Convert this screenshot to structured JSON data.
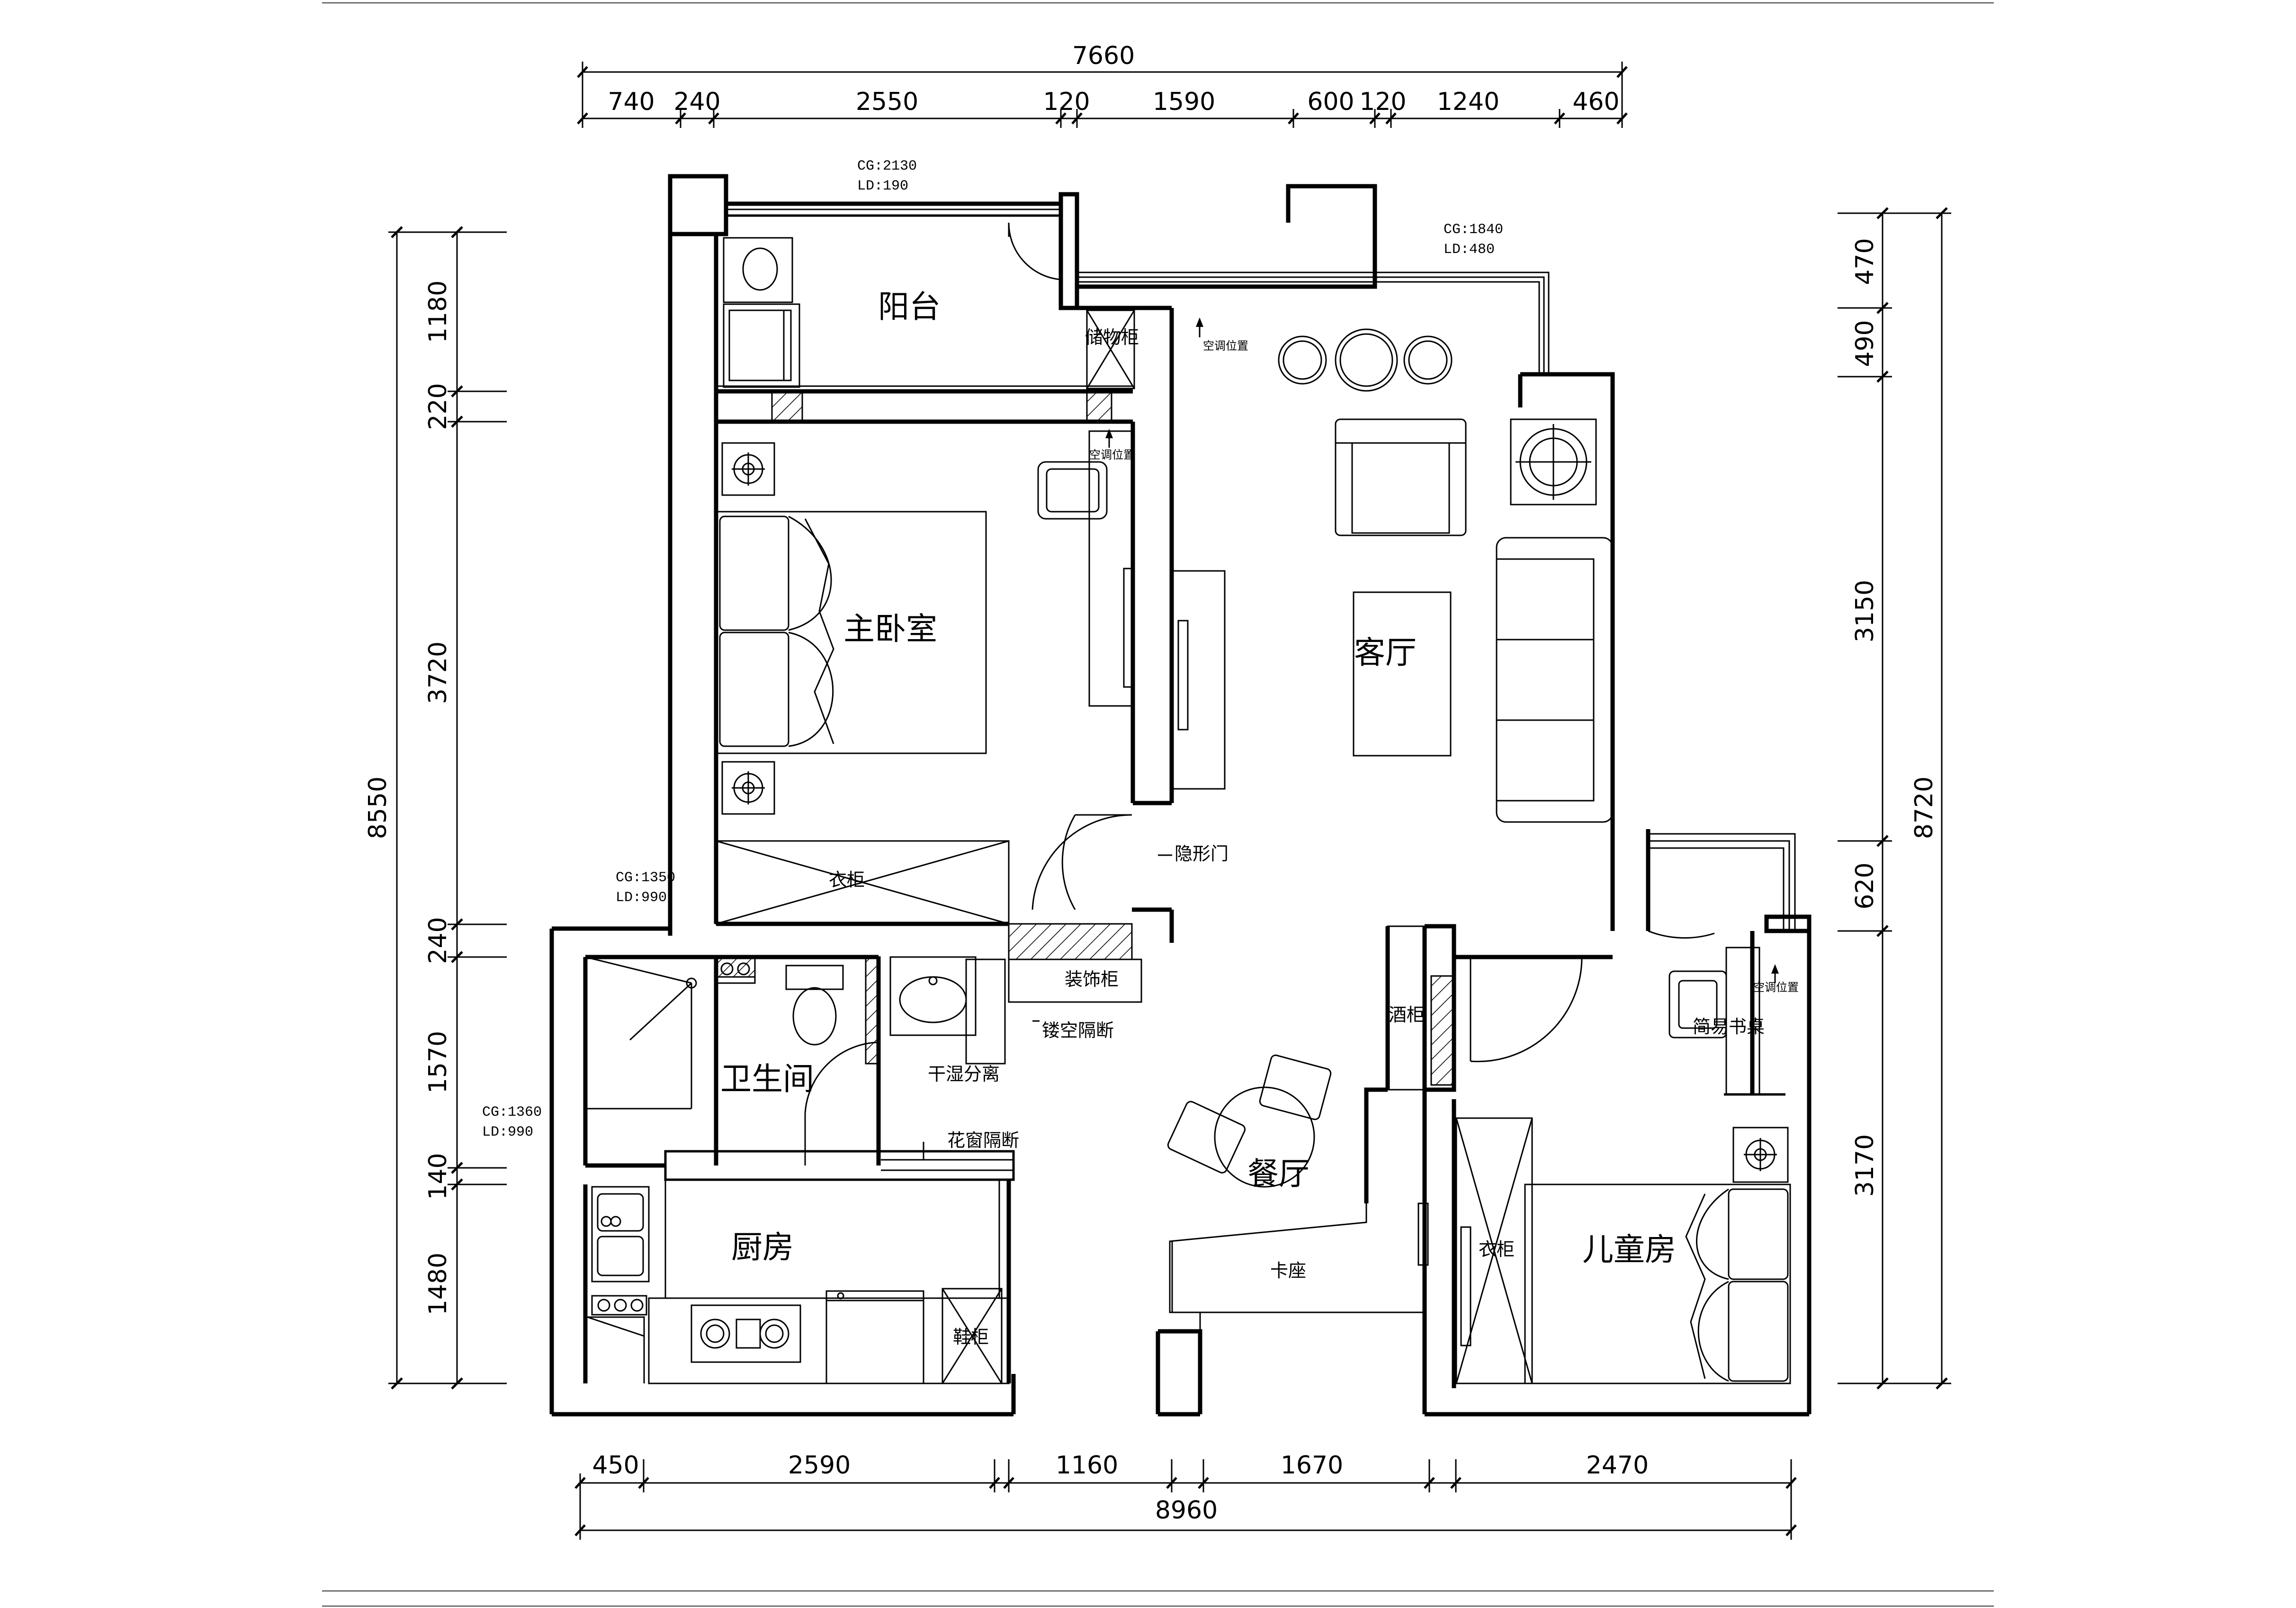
{
  "rooms": {
    "balcony": "阳台",
    "master_bedroom": "主卧室",
    "living_room": "客厅",
    "bathroom": "卫生间",
    "dining_room": "餐厅",
    "kitchen": "厨房",
    "kids_room": "儿童房"
  },
  "labels": {
    "storage_cabinet": "储物柜",
    "wardrobe_master": "衣柜",
    "hidden_door": "隐形门",
    "decor_cabinet": "装饰柜",
    "hollow_partition": "镂空隔断",
    "dry_wet_separation": "干湿分离",
    "lattice_partition": "花窗隔断",
    "wine_cabinet": "酒柜",
    "simple_desk": "简易书桌",
    "booth_seat": "卡座",
    "shoe_cabinet": "鞋柜",
    "wardrobe_kids": "衣柜",
    "ac_position_1": "空调位置",
    "ac_position_2": "空调位置",
    "ac_position_3": "空调位置"
  },
  "window_notes": {
    "balcony_cg": "CG:2130",
    "balcony_ld": "LD:190",
    "living_cg": "CG:1840",
    "living_ld": "LD:480",
    "bath_cg": "CG:1350",
    "bath_ld": "LD:990",
    "kitchen_cg": "CG:1360",
    "kitchen_ld": "LD:990"
  },
  "dimensions": {
    "top_total": "7660",
    "top": [
      "740",
      "240",
      "2550",
      "120",
      "1590",
      "600",
      "120",
      "1240",
      "460"
    ],
    "bottom_total": "8960",
    "bottom": [
      "450",
      "2590",
      "1160",
      "1670",
      "2470"
    ],
    "left_total": "8550",
    "left": [
      "1180",
      "220",
      "3720",
      "240",
      "1570",
      "140",
      "1480"
    ],
    "right_total": "8720",
    "right": [
      "470",
      "490",
      "3150",
      "620",
      "3170"
    ]
  }
}
